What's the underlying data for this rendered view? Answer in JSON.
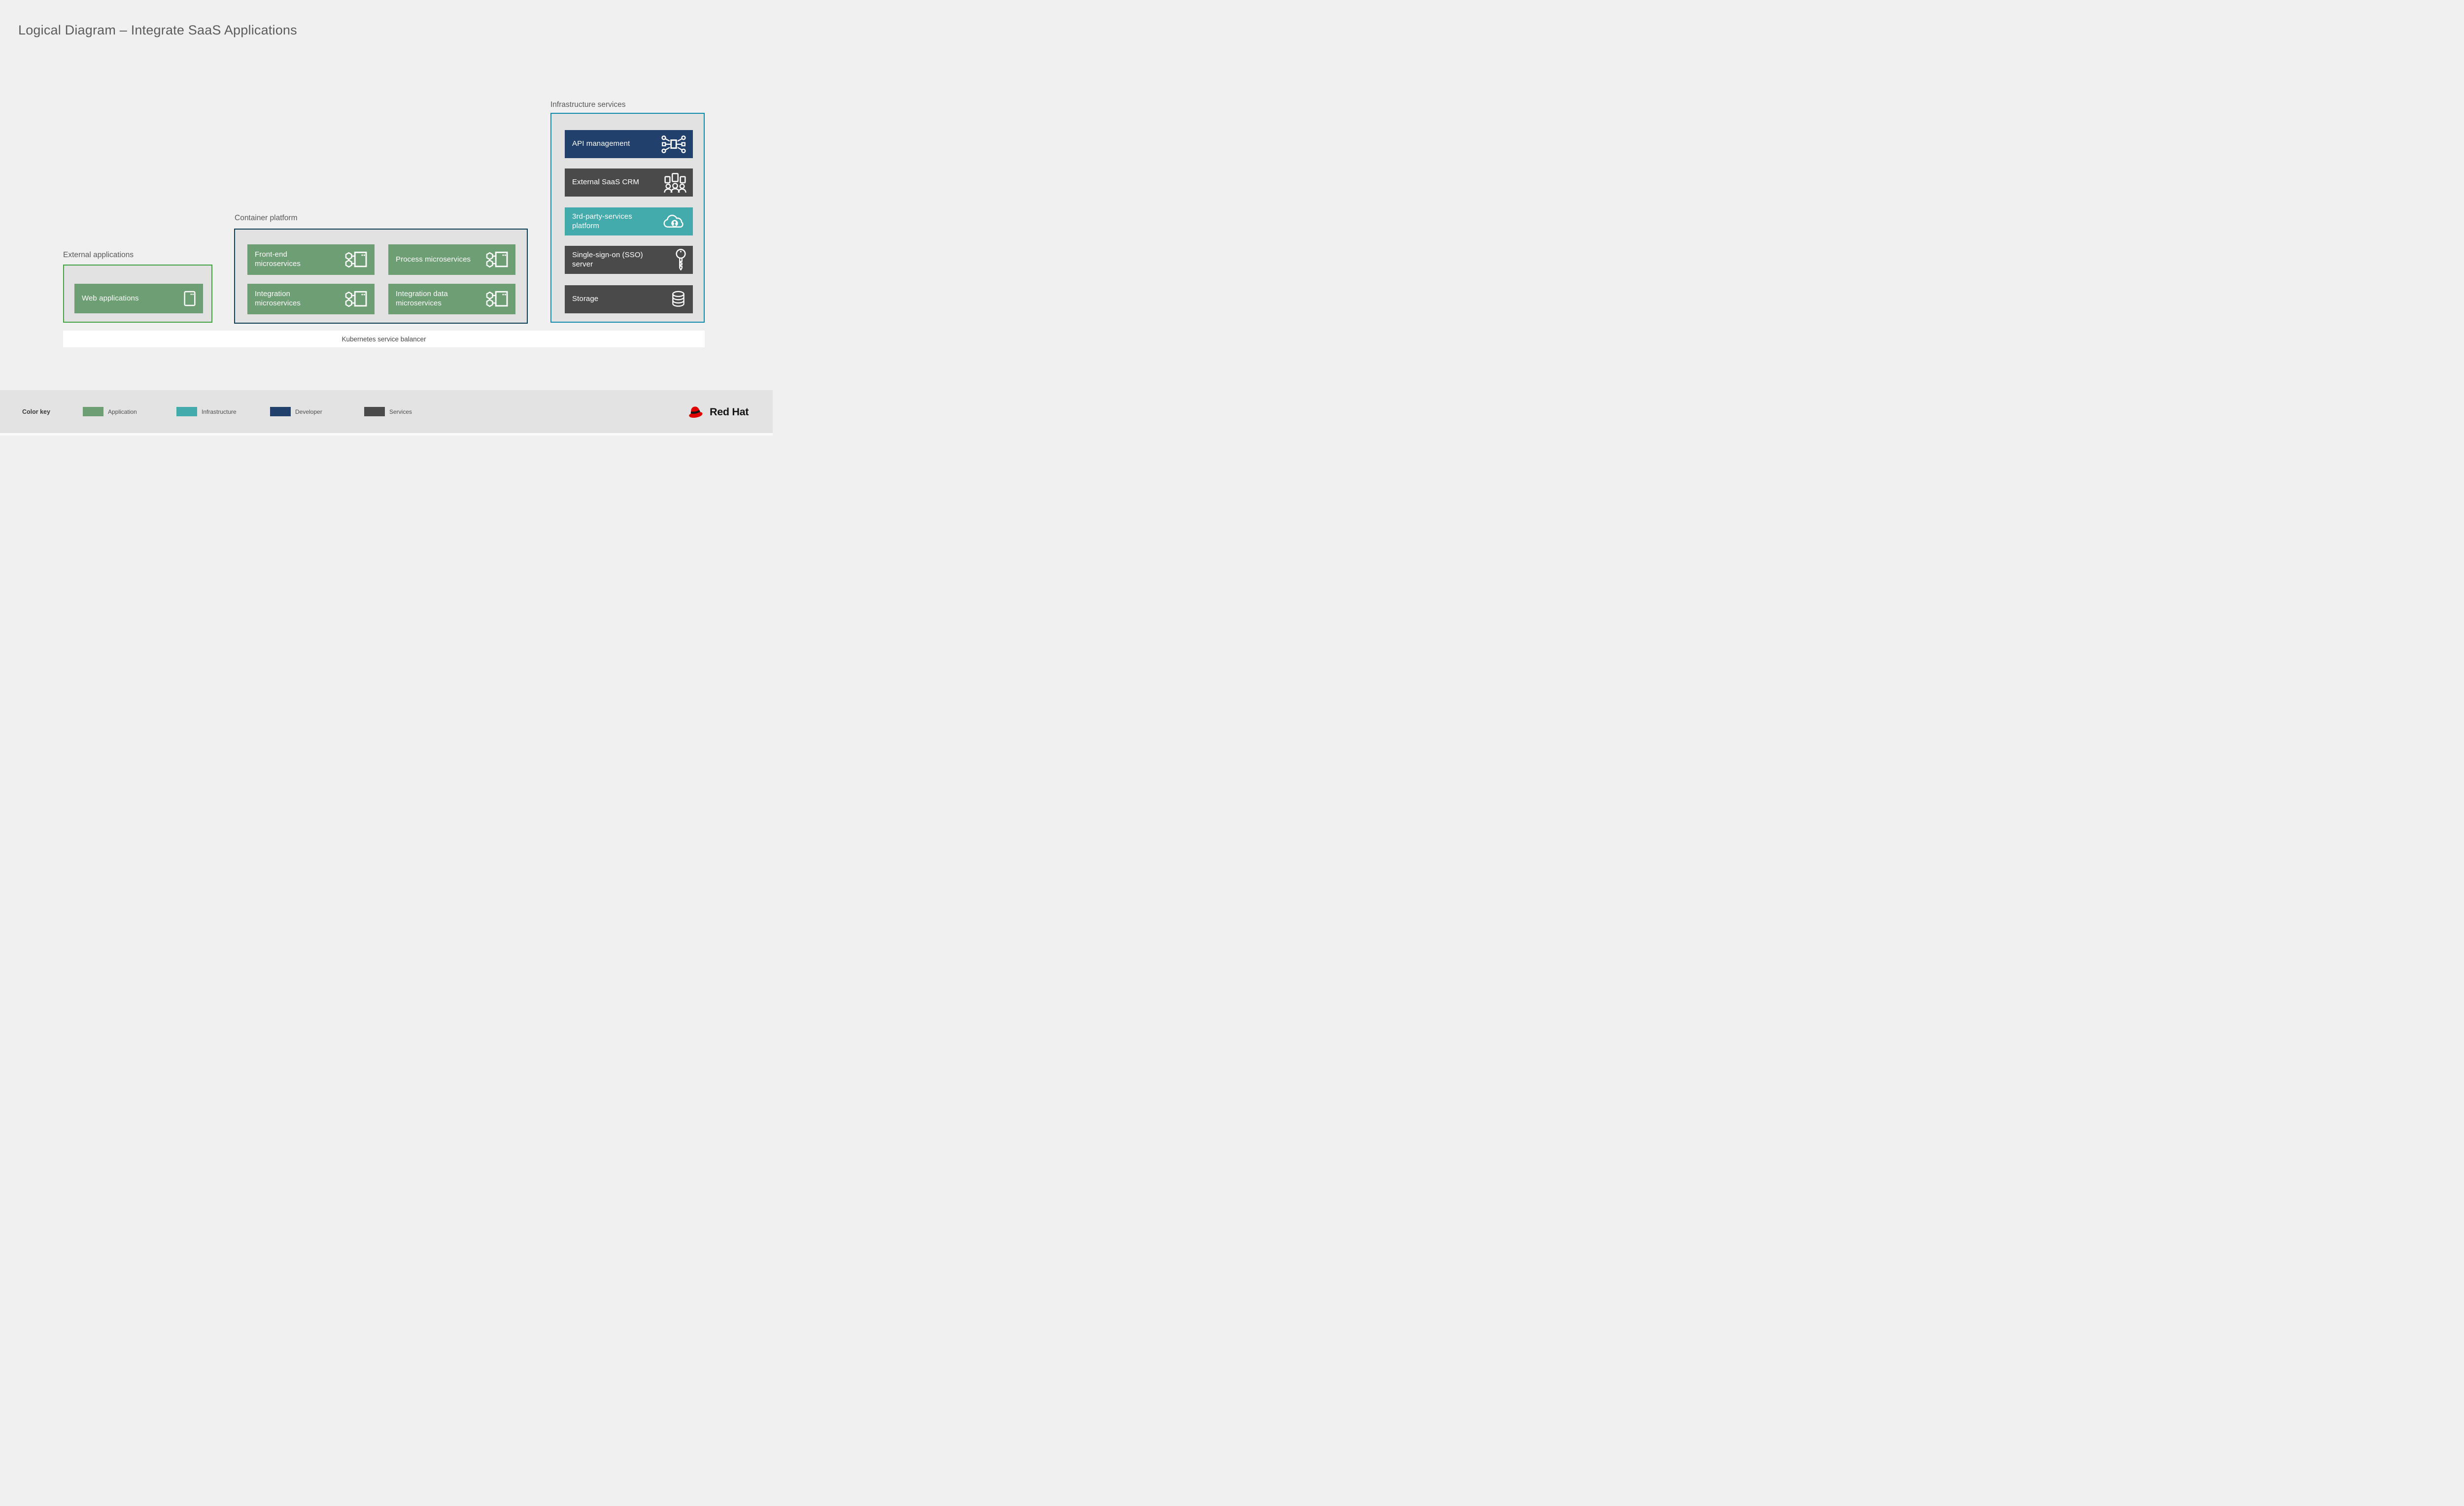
{
  "title": "Logical Diagram – Integrate SaaS Applications",
  "colors": {
    "page_bg": "#f0f0f1",
    "panel_bg": "#e2e2e3",
    "footer_bg": "#e3e3e4",
    "application_green": "#6d9e74",
    "infrastructure_teal": "#44abad",
    "developer_navy": "#21406b",
    "services_gray": "#4a4a4b",
    "border_green": "#43a343",
    "border_navy": "#0e3e54",
    "border_teal": "#0f8bac",
    "balancer_bg": "#ffffff",
    "redhat_red": "#e00000"
  },
  "groups": {
    "external": {
      "label": "External applications",
      "items": [
        {
          "label": "Web applications",
          "icon": "app-window-icon",
          "color": "#6d9e74"
        }
      ]
    },
    "container": {
      "label": "Container platform",
      "items": [
        {
          "label": "Front-end\nmicroservices",
          "icon": "microservices-icon",
          "color": "#6d9e74"
        },
        {
          "label": "Process microservices",
          "icon": "microservices-icon",
          "color": "#6d9e74"
        },
        {
          "label": "Integration\nmicroservices",
          "icon": "microservices-icon",
          "color": "#6d9e74"
        },
        {
          "label": "Integration data\nmicroservices",
          "icon": "microservices-icon",
          "color": "#6d9e74"
        }
      ]
    },
    "infrastructure": {
      "label": "Infrastructure services",
      "items": [
        {
          "label": "API management",
          "icon": "api-management-icon",
          "color": "#21406b"
        },
        {
          "label": "External SaaS CRM",
          "icon": "crm-users-icon",
          "color": "#4a4a4b"
        },
        {
          "label": "3rd-party-services\nplatform",
          "icon": "cloud-lock-icon",
          "color": "#44abad"
        },
        {
          "label": "Single-sign-on (SSO)\nserver",
          "icon": "key-icon",
          "color": "#4a4a4b"
        },
        {
          "label": "Storage",
          "icon": "database-icon",
          "color": "#4a4a4b"
        }
      ]
    }
  },
  "balancer": {
    "label": "Kubernetes service balancer"
  },
  "color_key": {
    "title": "Color key",
    "entries": [
      {
        "label": "Application",
        "color": "#6d9e74"
      },
      {
        "label": "Infrastructure",
        "color": "#44abad"
      },
      {
        "label": "Developer",
        "color": "#21406b"
      },
      {
        "label": "Services",
        "color": "#4a4a4b"
      }
    ]
  },
  "brand": {
    "wordmark": "Red Hat"
  }
}
